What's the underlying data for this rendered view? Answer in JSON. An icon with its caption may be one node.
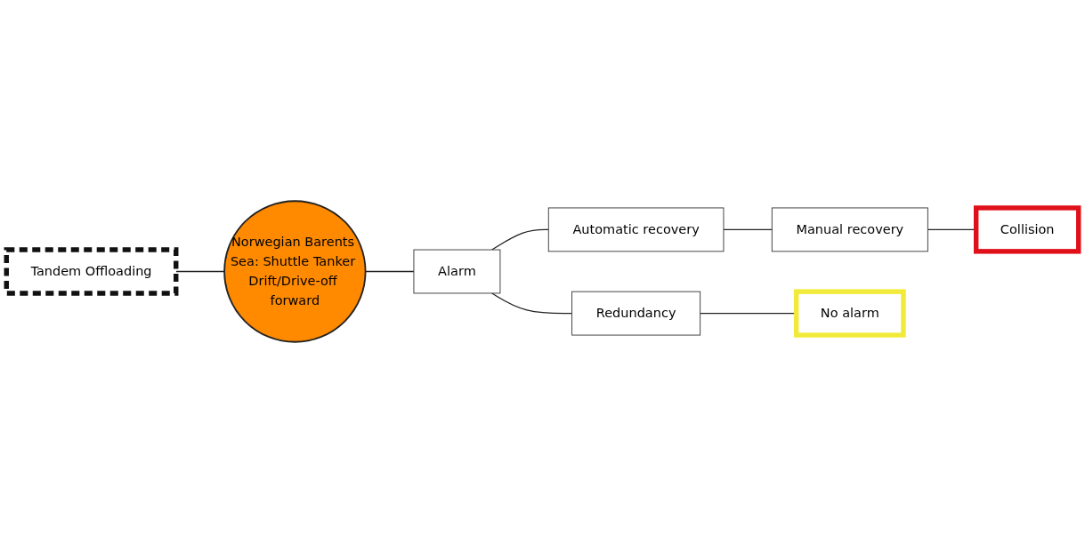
{
  "diagram": {
    "nodes": [
      {
        "text": [
          "Tandem Offloading"
        ]
      },
      {
        "text": [
          "Norwegian Barents Sea: Shuttle Tanker Drift/Drive-off forward"
        ]
      },
      {
        "text": [
          "Alarm"
        ]
      },
      {
        "text": [
          "Automatic recovery"
        ]
      },
      {
        "text": [
          "Manual recovery"
        ]
      },
      {
        "text": [
          "Collision"
        ]
      },
      {
        "text": [
          "Redundancy"
        ]
      },
      {
        "text": [
          "No alarm"
        ]
      }
    ],
    "edges": [
      {
        "from": 0,
        "to": 1,
        "arrow": "none"
      },
      {
        "from": 1,
        "to": 2,
        "arrow": "none"
      },
      {
        "from": 2,
        "to": 3,
        "arrow": "none"
      },
      {
        "from": 3,
        "to": 4,
        "arrow": "none"
      },
      {
        "from": 4,
        "to": 5,
        "arrow": "none"
      },
      {
        "from": 2,
        "to": 6,
        "arrow": "none"
      },
      {
        "from": 6,
        "to": 7,
        "arrow": "none"
      }
    ]
  }
}
